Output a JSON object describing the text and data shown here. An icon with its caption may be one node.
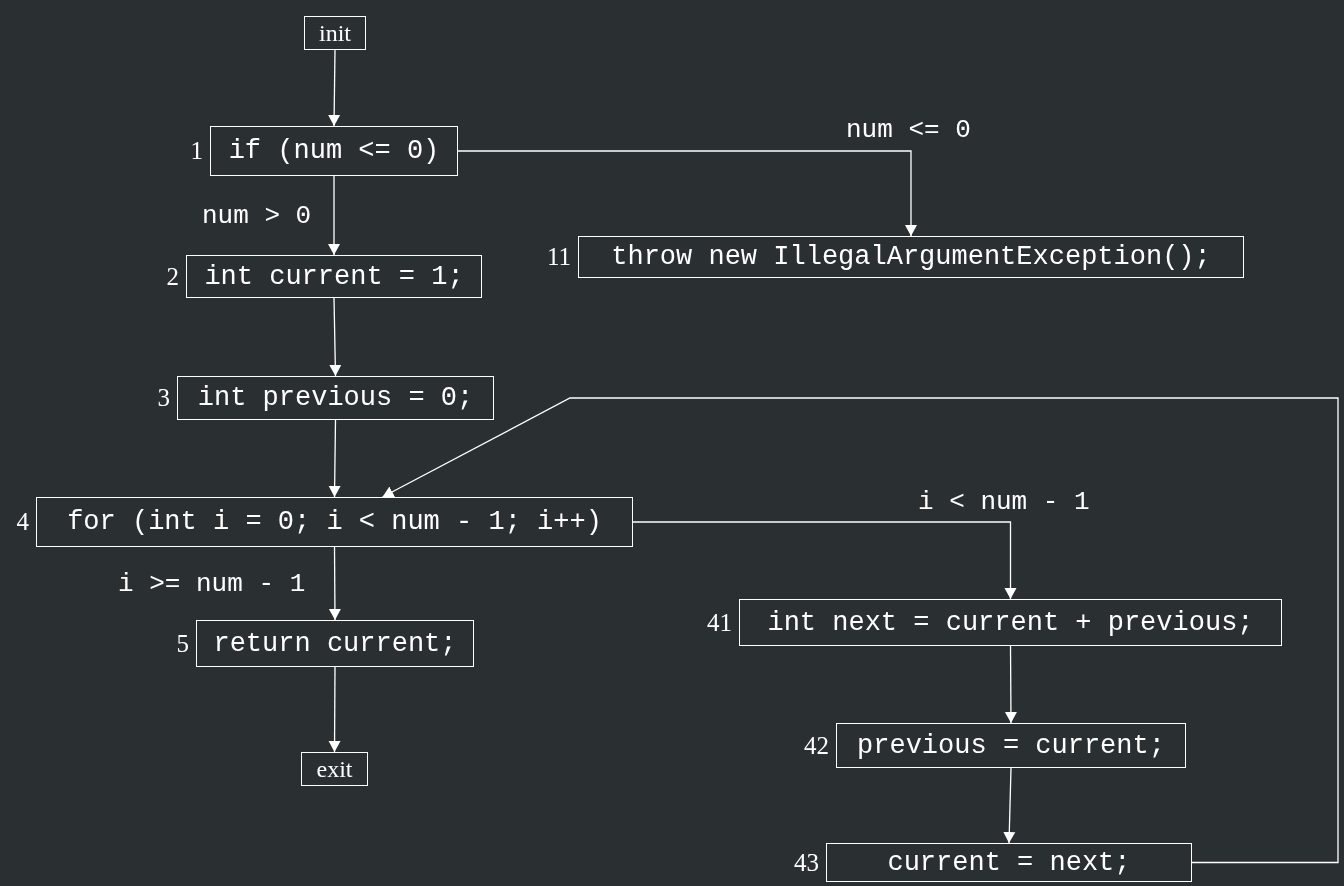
{
  "diagram": {
    "nodes": [
      {
        "text": [
          "init"
        ]
      },
      {
        "text": [
          "if (num <= 0)"
        ],
        "beside": [
          "1"
        ]
      },
      {
        "text": [
          "throw new IllegalArgumentException();"
        ],
        "beside": [
          "11"
        ]
      },
      {
        "text": [
          "int current = 1;"
        ],
        "beside": [
          "2"
        ]
      },
      {
        "text": [
          "int previous = 0;"
        ],
        "beside": [
          "3"
        ]
      },
      {
        "text": [
          "for (int i = 0; i < num - 1; i++)"
        ],
        "beside": [
          "4"
        ]
      },
      {
        "text": [
          "int next = current + previous;"
        ],
        "beside": [
          "41"
        ]
      },
      {
        "text": [
          "return current;"
        ],
        "beside": [
          "5"
        ]
      },
      {
        "text": [
          "exit"
        ]
      },
      {
        "text": [
          "previous = current;"
        ],
        "beside": [
          "42"
        ]
      },
      {
        "text": [
          "current = next;"
        ],
        "beside": [
          "43"
        ]
      }
    ],
    "edges": [
      {
        "from": 0,
        "to": 1,
        "arrow": "to"
      },
      {
        "from": 1,
        "to": 2,
        "arrow": "to",
        "label": "num <= 0"
      },
      {
        "from": 1,
        "to": 3,
        "arrow": "to",
        "label": "num > 0"
      },
      {
        "from": 3,
        "to": 4,
        "arrow": "to"
      },
      {
        "from": 4,
        "to": 5,
        "arrow": "to"
      },
      {
        "from": 5,
        "to": 6,
        "arrow": "to",
        "label": "i < num - 1"
      },
      {
        "from": 5,
        "to": 7,
        "arrow": "to",
        "label": "i >= num - 1"
      },
      {
        "from": 7,
        "to": 8,
        "arrow": "to"
      },
      {
        "from": 6,
        "to": 9,
        "arrow": "to"
      },
      {
        "from": 9,
        "to": 10,
        "arrow": "to"
      },
      {
        "from": 10,
        "to": 5,
        "arrow": "to"
      }
    ]
  }
}
